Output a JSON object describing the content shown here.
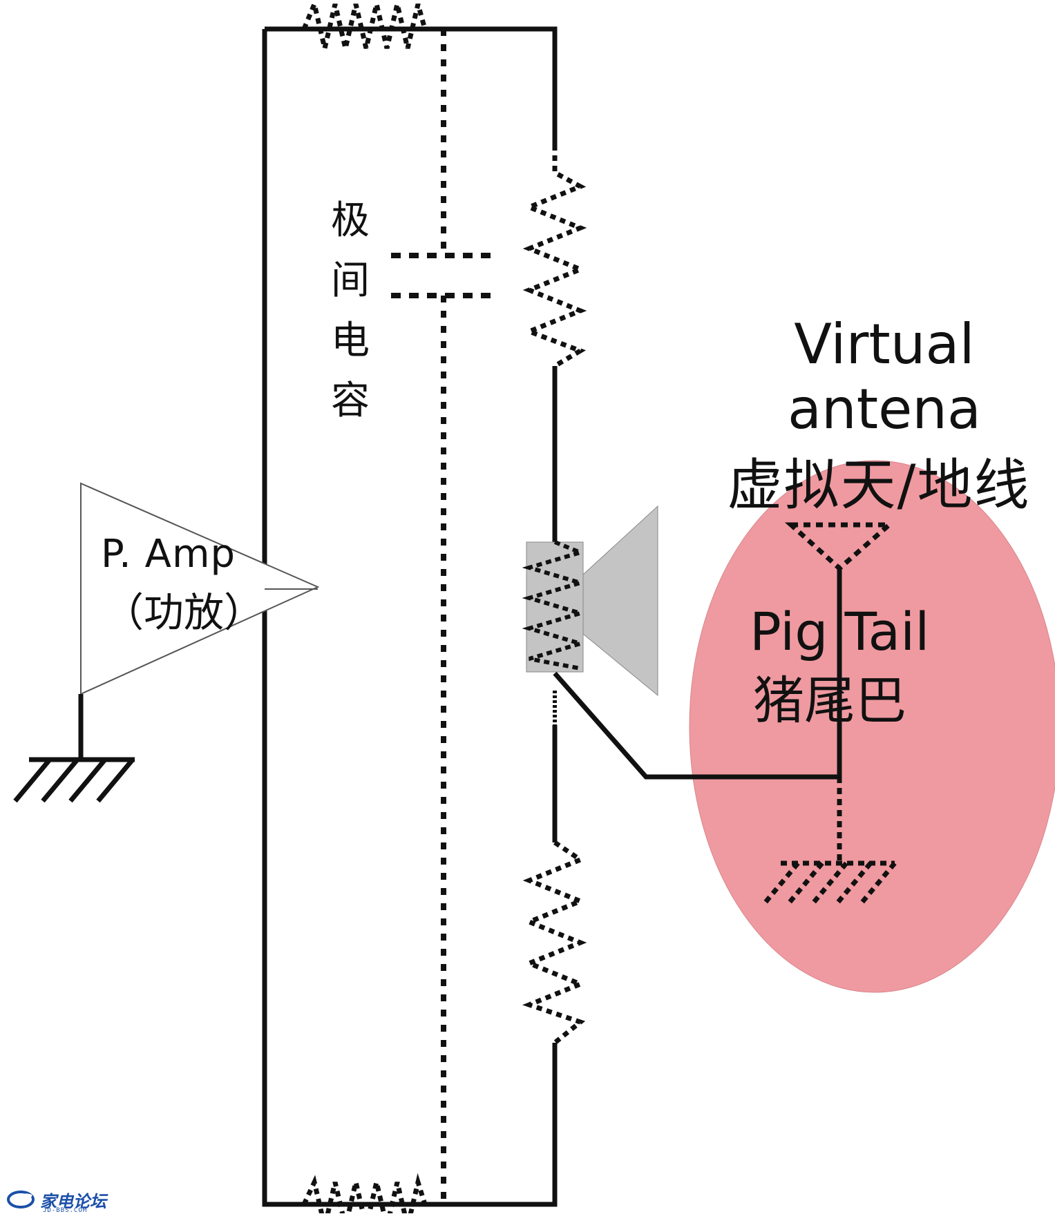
{
  "labels": {
    "amp_en": "P.  Amp",
    "amp_cn": "（功放）",
    "capacitance_cn": "极间电容",
    "virtual_en_line1": "Virtual",
    "virtual_en_line2": "antena",
    "virtual_cn": "虚拟天/地线",
    "pigtail_en": "Pig Tail",
    "pigtail_cn": "猪尾巴"
  },
  "watermark": {
    "text": "家电论坛",
    "sub": "JD-BBS.COM"
  },
  "colors": {
    "line": "#111111",
    "ellipse_fill": "#ef9aa0",
    "speaker_fill": "#c4c4c4",
    "amp_fill": "#ffffff",
    "logo": "#1b4fa8"
  }
}
